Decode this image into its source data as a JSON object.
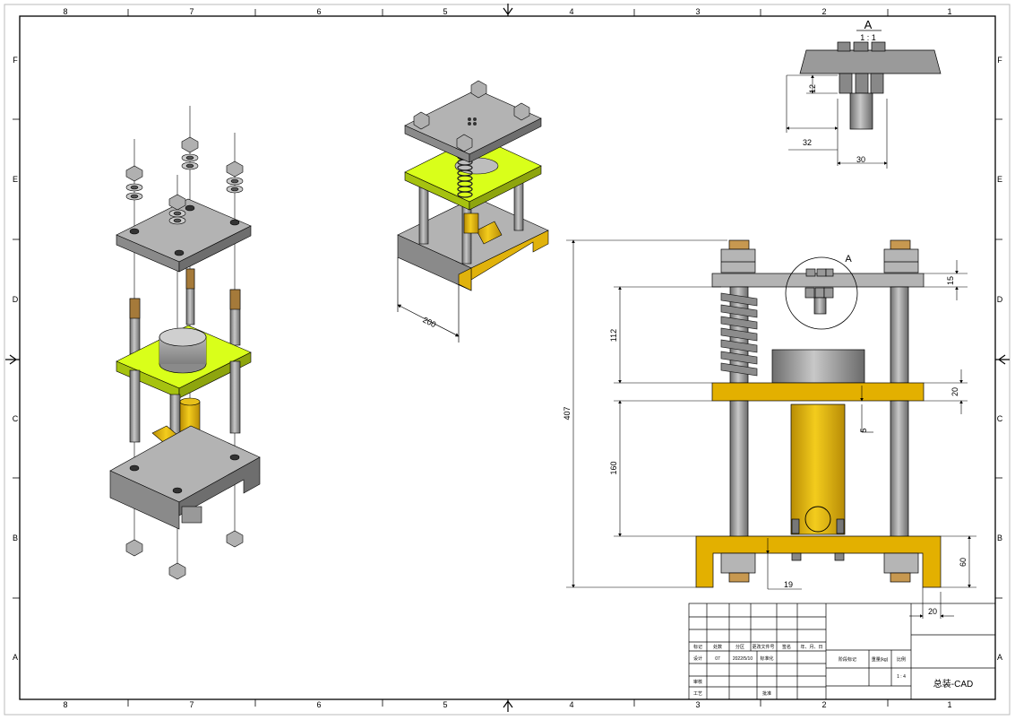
{
  "sheet": {
    "col_labels": [
      "8",
      "7",
      "6",
      "5",
      "4",
      "3",
      "2",
      "1"
    ],
    "row_labels": [
      "F",
      "E",
      "D",
      "C",
      "B",
      "A"
    ]
  },
  "detail": {
    "label": "A",
    "scale": "1 : 1",
    "dim_12": "12",
    "dim_32": "32",
    "dim_30": "30"
  },
  "iso_view": {
    "dim_200": "200"
  },
  "front_view": {
    "detail_marker": "A",
    "dim_407": "407",
    "dim_112": "112",
    "dim_160": "160",
    "dim_15": "15",
    "dim_20_top": "20",
    "dim_5": "5",
    "dim_60": "60",
    "dim_19": "19",
    "dim_20_bottom": "20"
  },
  "title_block": {
    "h_mark": "标记",
    "h_count": "处数",
    "h_zone": "分区",
    "h_docno": "更改文件号",
    "h_sign": "签名",
    "h_date": "年、月、日",
    "designer_label": "设计",
    "designer_name": "07",
    "design_date": "2022/5/10",
    "std_label": "标准化",
    "review_label": "审核",
    "craft_label": "工艺",
    "approve_label": "批准",
    "stage_label": "阶段标记",
    "weight_label": "重量(kg)",
    "scale_label": "比例",
    "scale_value": "1 : 4",
    "drawing_name": "总装-CAD"
  },
  "colors": {
    "plate_gray": "#a9a9a9",
    "plate_yellow": "#d9ff1a",
    "brass": "#dcae12",
    "column": "#9a9a9a"
  }
}
